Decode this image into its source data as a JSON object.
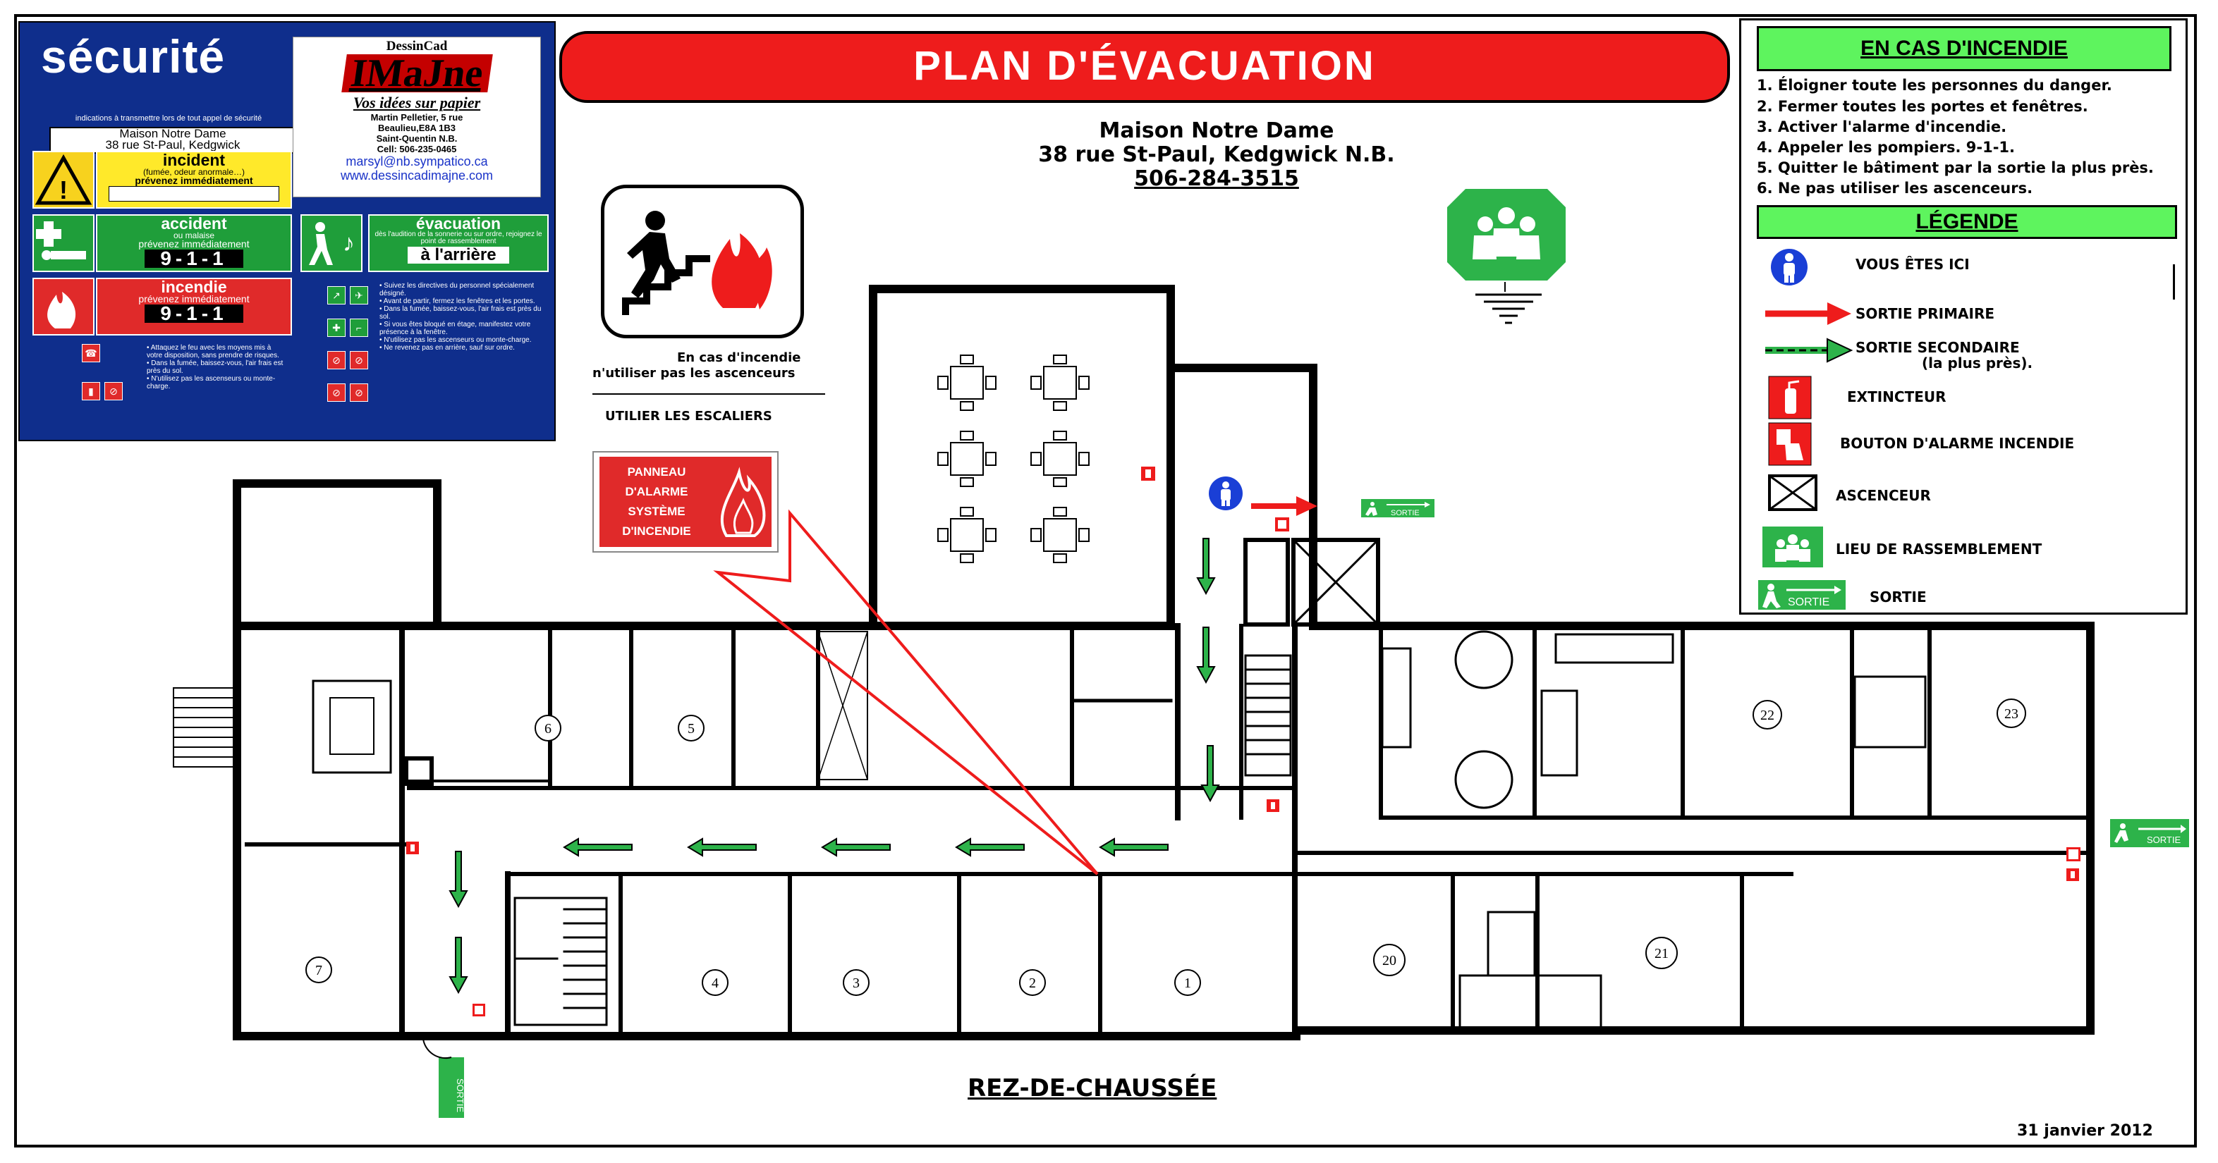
{
  "security_card": {
    "title": "sécurité",
    "note": "indications à transmettre lors de tout appel de sécurité",
    "address_line1": "Maison Notre Dame",
    "address_line2": "38 rue St-Paul, Kedgwick",
    "incident": {
      "title": "incident",
      "subtitle": "(fumée, odeur anormale…)",
      "action": "prévenez immédiatement"
    },
    "accident": {
      "title": "accident",
      "subtitle": "ou malaise",
      "action": "prévenez immédiatement",
      "number": "9-1-1"
    },
    "incendie": {
      "title": "incendie",
      "action": "prévenez immédiatement",
      "number": "9-1-1"
    },
    "evacuation": {
      "title": "évacuation",
      "subtitle": "dès l'audition de la sonnerie ou sur ordre, rejoignez le point de rassemblement",
      "place": "à l'arrière"
    },
    "tips_left": "• Attaquez le feu avec les moyens mis à votre disposition, sans prendre de risques.\n• Dans la fumée, baissez-vous, l'air frais est près du sol.\n• N'utilisez pas les ascenseurs ou monte-charge.",
    "tips_right": "• Suivez les directives du personnel spécialement désigné.\n• Avant de partir, fermez les fenêtres et les portes.\n• Dans la fumée, baissez-vous, l'air frais est près du sol.\n• Si vous êtes bloqué en étage, manifestez votre présence à la fenêtre.\n• N'utilisez pas les ascenseurs ou monte-charge.\n• Ne revenez pas en arrière, sauf sur ordre."
  },
  "logo_card": {
    "brand_top": "DessinCad",
    "brand": "IMaJne",
    "slogan": "Vos idées sur papier",
    "lines": [
      "Martin Pelletier, 5 rue",
      "Beaulieu,E8A 1B3",
      "Saint-Quentin N.B.",
      "Cell: 506-235-0465"
    ],
    "email": "marsyl@nb.sympatico.ca",
    "web": "www.dessincadimajne.com"
  },
  "title": "PLAN D'ÉVACUATION",
  "building": {
    "name": "Maison Notre Dame",
    "address": "38 rue St-Paul, Kedgwick N.B.",
    "phone": "506-284-3515"
  },
  "stair_sign": {
    "line1": "En cas d'incendie",
    "line2": "n'utiliser pas les ascenceurs",
    "line3": "UTILIER LES ESCALIERS"
  },
  "alarm_panel": {
    "lines": [
      "PANNEAU",
      "D'ALARME",
      "SYSTÈME",
      "D'INCENDIE"
    ]
  },
  "fire_instructions": {
    "header": "EN CAS D'INCENDIE",
    "items": [
      "1. Éloigner toute les personnes du danger.",
      "2. Fermer toutes les portes et fenêtres.",
      "3. Activer l'alarme d'incendie.",
      "4. Appeler les pompiers. 9-1-1.",
      "5. Quitter le bâtiment par la sortie la plus près.",
      "6. Ne pas utiliser les ascenceurs."
    ]
  },
  "legend": {
    "header": "LÉGENDE",
    "items": [
      {
        "label": "VOUS ÊTES ICI",
        "icon": "you-are-here-icon"
      },
      {
        "label": "SORTIE PRIMAIRE",
        "icon": "red-arrow-icon"
      },
      {
        "label": "SORTIE SECONDAIRE",
        "label2": "(la plus près).",
        "icon": "green-arrow-icon"
      },
      {
        "label": "EXTINCTEUR",
        "icon": "extinguisher-icon"
      },
      {
        "label": "BOUTON D'ALARME INCENDIE",
        "icon": "alarm-button-icon"
      },
      {
        "label": "ASCENCEUR",
        "icon": "elevator-icon"
      },
      {
        "label": "LIEU DE RASSEMBLEMENT",
        "icon": "assembly-icon"
      },
      {
        "label": "SORTIE",
        "icon": "exit-sign-icon"
      }
    ]
  },
  "exit_sign_text": "SORTIE",
  "rooms": [
    "1",
    "2",
    "3",
    "4",
    "5",
    "6",
    "7",
    "20",
    "21",
    "22",
    "23"
  ],
  "floor_label": "REZ-DE-CHAUSSÉE",
  "date": "31 janvier 2012",
  "colors": {
    "red": "#ee1c1c",
    "green": "#2db34a",
    "legend_green": "#5ef45e",
    "blue": "#0f2e8c",
    "icon_blue": "#1a3fd6"
  }
}
